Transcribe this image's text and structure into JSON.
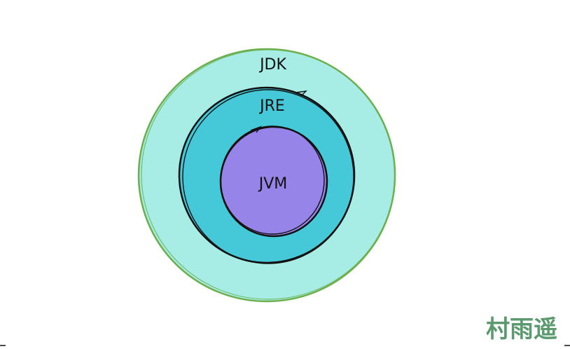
{
  "diagram": {
    "rings": [
      {
        "label": "JDK",
        "fill": "#a8ece6",
        "stroke": "#6ab04c"
      },
      {
        "label": "JRE",
        "fill": "#45c9d9",
        "stroke": "#111111"
      },
      {
        "label": "JVM",
        "fill": "#9784e8",
        "stroke": "#111111"
      }
    ]
  },
  "watermark": {
    "text": "村雨遥",
    "color": "#5a9a6e"
  }
}
